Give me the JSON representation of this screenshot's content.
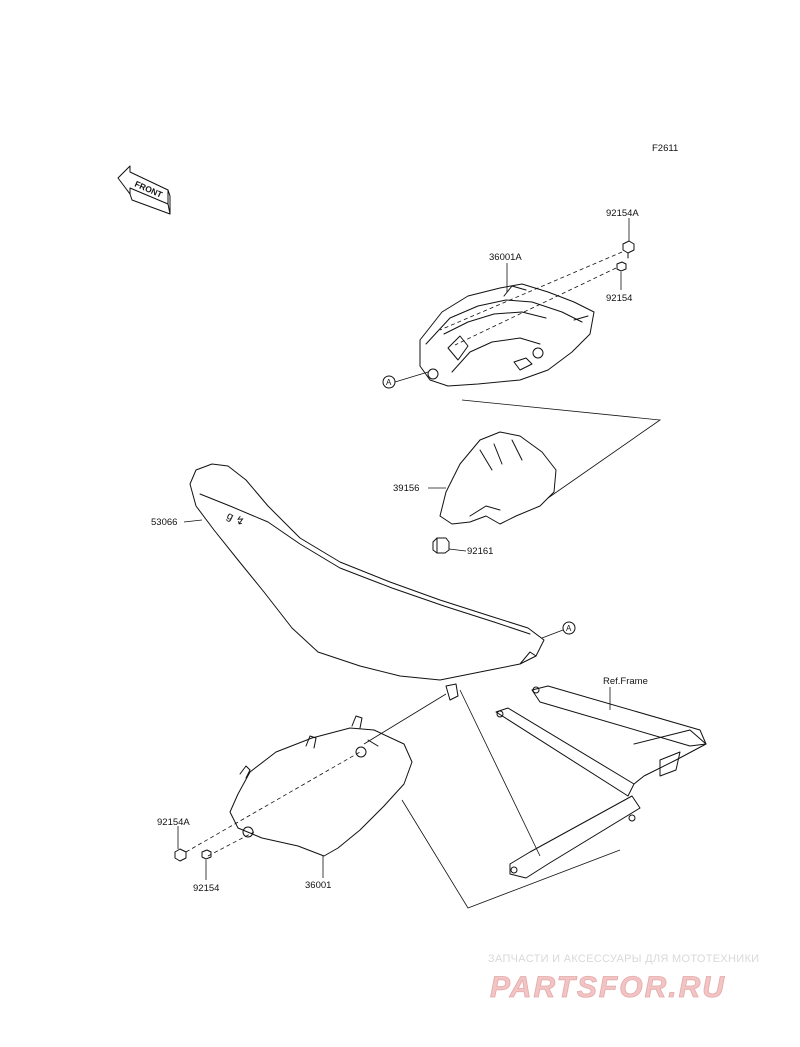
{
  "diagram": {
    "figure_code": "F2611",
    "front_label": "FRONT",
    "ref_label_a": "A",
    "parts": {
      "p92154A_top": "92154A",
      "p36001A": "36001A",
      "p92154_top": "92154",
      "p39156": "39156",
      "p53066": "53066",
      "p92161": "92161",
      "ref_frame": "Ref.Frame",
      "p92154A_bottom": "92154A",
      "p92154_bottom": "92154",
      "p36001": "36001"
    }
  },
  "watermark": {
    "tagline": "ЗАПЧАСТИ И АКСЕССУАРЫ ДЛЯ МОТОТЕХНИКИ",
    "brand": "PARTSFOR.RU"
  }
}
